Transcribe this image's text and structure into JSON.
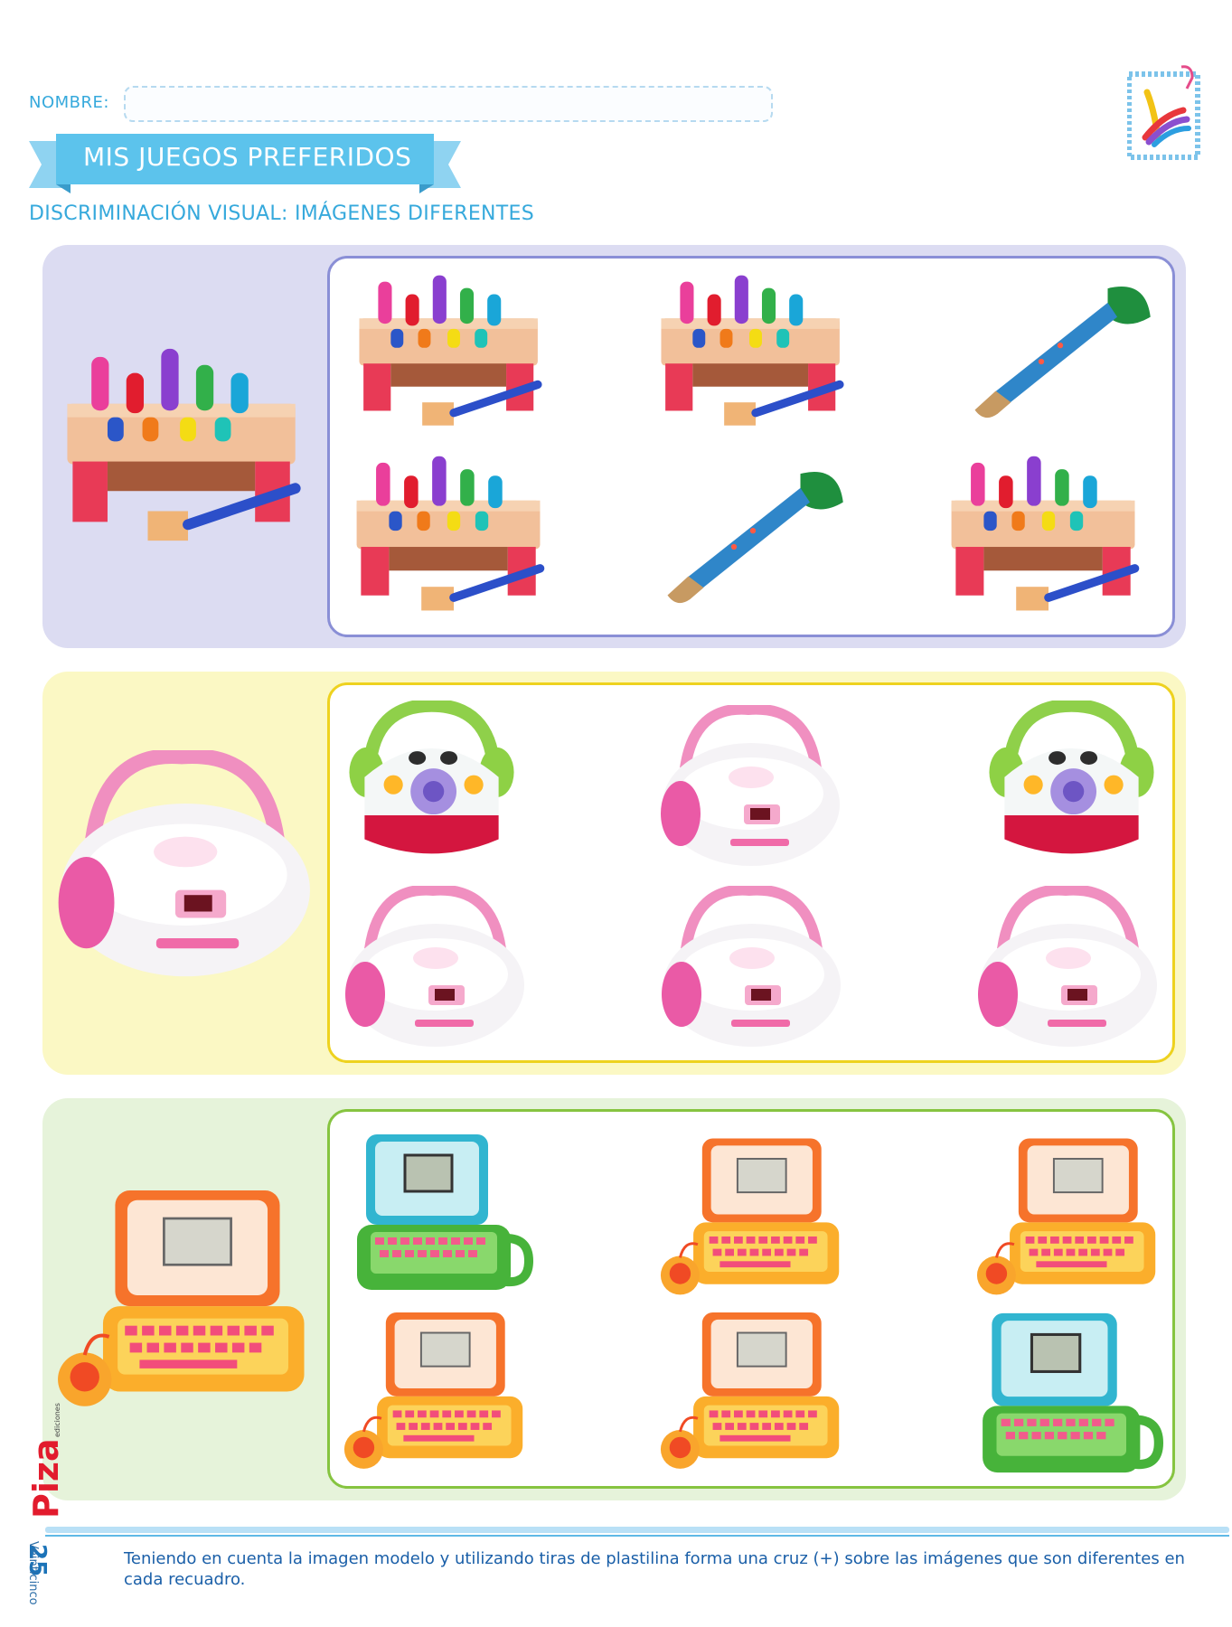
{
  "header": {
    "name_label": "NOMBRE:",
    "title": "MIS JUEGOS PREFERIDOS",
    "subtitle": "DISCRIMINACIÓN VISUAL: IMÁGENES DIFERENTES"
  },
  "rows": [
    {
      "model": "xylophone-bench-icon",
      "options": [
        "xylophone-bench-icon",
        "xylophone-bench-icon",
        "trumpet-icon",
        "xylophone-bench-icon",
        "trumpet-icon",
        "xylophone-bench-icon"
      ]
    },
    {
      "model": "cd-player-icon",
      "options": [
        "toy-radio-icon",
        "cd-player-icon",
        "toy-radio-icon",
        "cd-player-icon",
        "cd-player-icon",
        "cd-player-icon"
      ]
    },
    {
      "model": "orange-laptop-icon",
      "options": [
        "green-laptop-icon",
        "orange-laptop-icon",
        "orange-laptop-icon",
        "orange-laptop-icon",
        "orange-laptop-icon",
        "green-laptop-icon"
      ]
    }
  ],
  "footer": {
    "page_number": "25",
    "page_word": "Veinticinco",
    "instruction": "Teniendo en cuenta la imagen modelo y utilizando tiras de plastilina forma una cruz (+) sobre las imágenes que son diferentes en cada recuadro.",
    "publisher": "Piza ediciones"
  },
  "colors": {
    "accent_blue": "#36a9dc",
    "panel1": "#dcdcf2",
    "panel2": "#fbf8c4",
    "panel3": "#e6f3da"
  }
}
